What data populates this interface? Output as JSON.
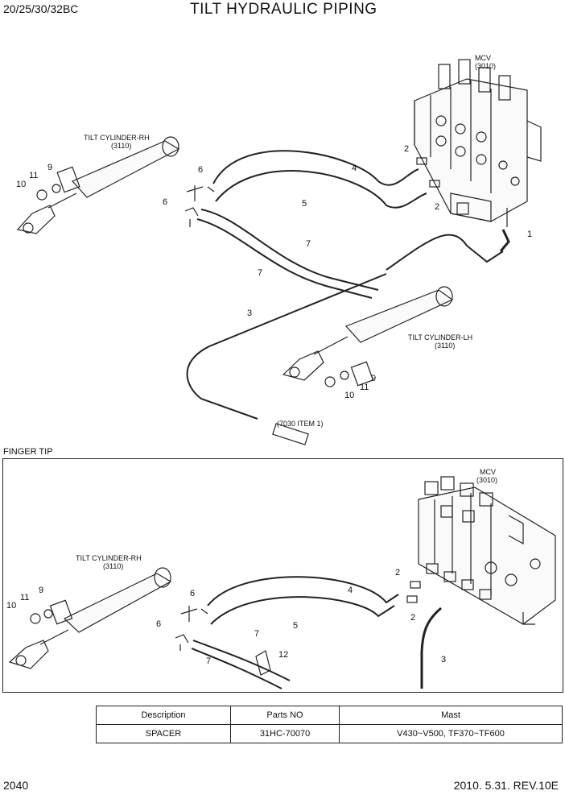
{
  "header": {
    "model": "20/25/30/32BC",
    "title": "TILT HYDRAULIC PIPING"
  },
  "top_diagram": {
    "labels": {
      "mcv": "MCV",
      "mcv_code": "(3010)",
      "tilt_rh": "TILT CYLINDER-RH",
      "tilt_rh_code": "(3110)",
      "tilt_lh": "TILT CYLINDER-LH",
      "tilt_lh_code": "(3110)",
      "item_ref": "(7030 ITEM 1)"
    },
    "callouts": [
      "1",
      "2",
      "2",
      "3",
      "4",
      "5",
      "6",
      "6",
      "7",
      "7",
      "9",
      "10",
      "11",
      "9",
      "10",
      "11"
    ]
  },
  "finger_tip": {
    "section_label": "FINGER TIP",
    "labels": {
      "mcv": "MCV",
      "mcv_code": "(3010)",
      "tilt_rh": "TILT CYLINDER-RH",
      "tilt_rh_code": "(3110)"
    },
    "callouts": [
      "2",
      "2",
      "3",
      "4",
      "5",
      "6",
      "6",
      "7",
      "7",
      "9",
      "10",
      "11",
      "12"
    ]
  },
  "parts_table": {
    "headers": [
      "Description",
      "Parts NO",
      "Mast"
    ],
    "rows": [
      [
        "SPACER",
        "31HC-70070",
        "V430~V500, TF370~TF600"
      ]
    ]
  },
  "footer": {
    "page_no": "2040",
    "revision": "2010. 5.31.  REV.10E"
  }
}
